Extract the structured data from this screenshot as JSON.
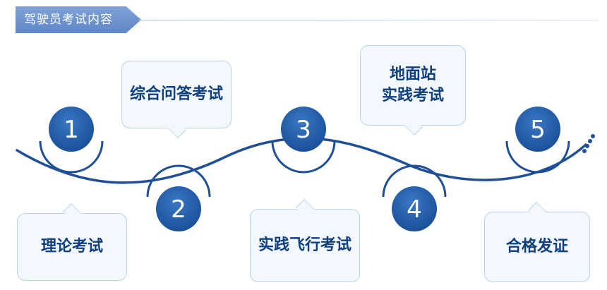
{
  "header": {
    "title": "驾驶员考试内容"
  },
  "steps": [
    {
      "number": "1",
      "label": "理论考试"
    },
    {
      "number": "2",
      "label": "综合问答考试"
    },
    {
      "number": "3",
      "label": "实践飞行考试"
    },
    {
      "number": "4",
      "label": "地面站\n实践考试"
    },
    {
      "number": "5",
      "label": "合格发证"
    }
  ],
  "colors": {
    "accent": "#1f4f96",
    "circle_fill": "#1d5aa6",
    "bubble_text": "#0f3f7f",
    "bubble_bg": "#f2f8fd",
    "bubble_border": "#b9d4ea",
    "title_tab": "#6f95d0"
  }
}
